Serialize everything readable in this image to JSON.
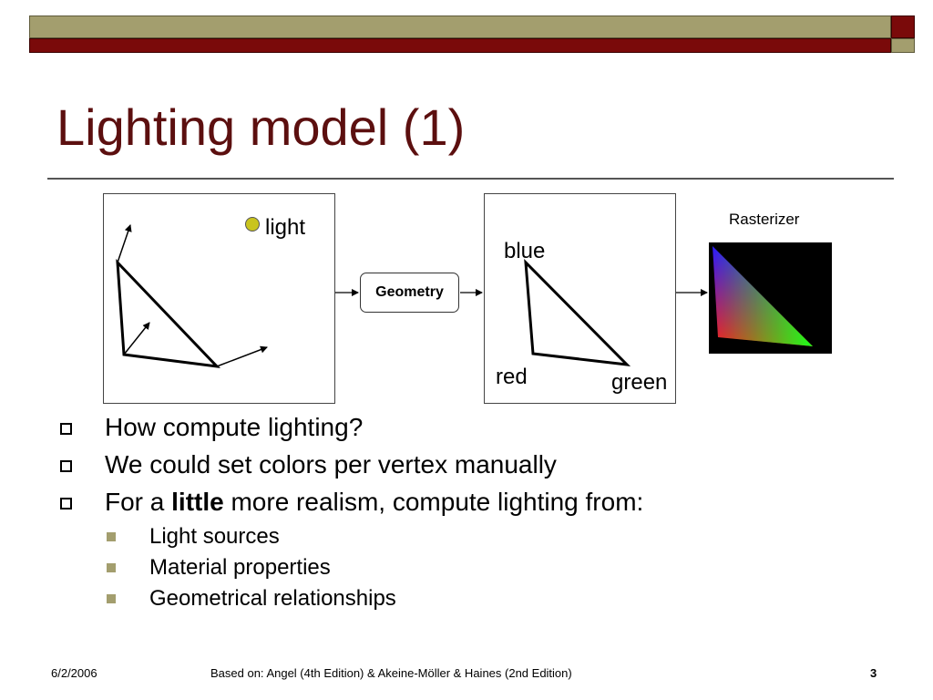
{
  "slide": {
    "title": "Lighting model (1)"
  },
  "diagram": {
    "light_label": "light",
    "geometry_label": "Geometry",
    "rasterizer_label": "Rasterizer",
    "vertex_labels": {
      "blue": "blue",
      "red": "red",
      "green": "green"
    },
    "gradient_colors": {
      "blue": "#2a1aff",
      "red": "#ff1a1a",
      "green": "#1aff1a"
    }
  },
  "bullets": [
    {
      "text": "How compute lighting?"
    },
    {
      "text": "We  could set colors per vertex manually"
    },
    {
      "prefix": "For a ",
      "emphasis": "little",
      "suffix": " more realism, compute lighting from:"
    }
  ],
  "sub_bullets": [
    {
      "text": "Light sources"
    },
    {
      "text": "Material properties"
    },
    {
      "text": "Geometrical relationships"
    }
  ],
  "footer": {
    "date": "6/2/2006",
    "citation": "Based on: Angel (4th Edition) & Akeine-Möller & Haines (2nd Edition)",
    "page_number": "3"
  },
  "colors": {
    "title": "#5c0f0f",
    "bar_olive": "#a39e6e",
    "bar_maroon": "#7a0a0a",
    "light_dot": "#c9c41e"
  }
}
